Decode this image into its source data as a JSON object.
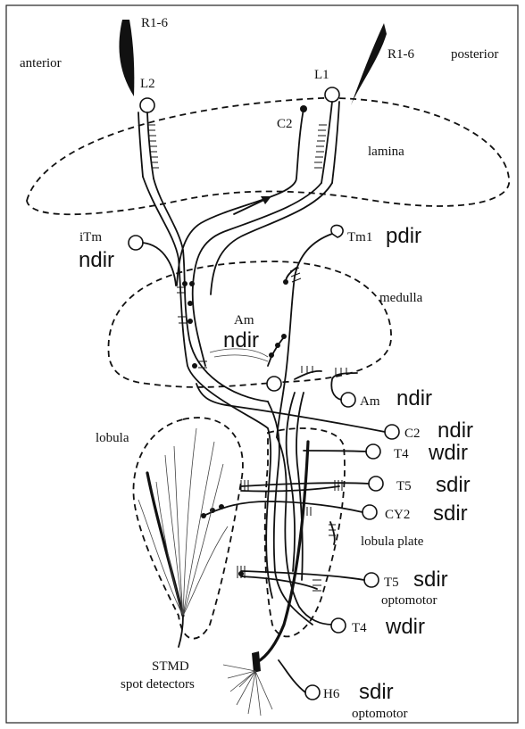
{
  "labels": {
    "anterior": "anterior",
    "posterior": "posterior",
    "r16_left": "R1-6",
    "r16_right": "R1-6",
    "l2": "L2",
    "l1": "L1",
    "c2_top": "C2",
    "lamina": "lamina",
    "itm": "iTm",
    "itm_dir": "ndir",
    "tm1": "Tm1",
    "tm1_dir": "pdir",
    "medulla": "medulla",
    "am_center": "Am",
    "am_center_dir": "ndir",
    "am_right": "Am",
    "am_right_dir": "ndir",
    "c2": "C2",
    "c2_dir": "ndir",
    "lobula": "lobula",
    "t4_upper": "T4",
    "t4_upper_dir": "wdir",
    "t5_upper": "T5",
    "t5_upper_dir": "sdir",
    "cy2": "CY2",
    "cy2_dir": "sdir",
    "lobula_plate": "lobula plate",
    "t5_lower": "T5",
    "t5_lower_dir": "sdir",
    "t5_optomotor": "optomotor",
    "t4_lower": "T4",
    "t4_lower_dir": "wdir",
    "stmd": "STMD",
    "spot_detectors": "spot detectors",
    "h6": "H6",
    "h6_dir": "sdir",
    "h6_optomotor": "optomotor"
  }
}
